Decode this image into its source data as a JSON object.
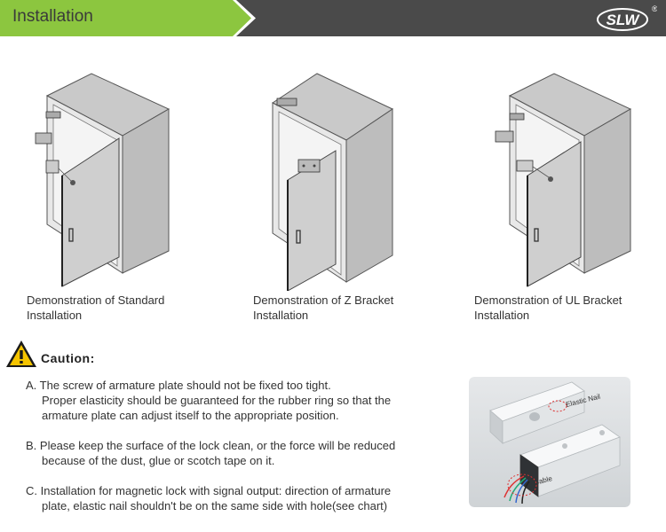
{
  "header": {
    "title": "Installation",
    "logo_text": "SLW",
    "registered_mark": "®",
    "colors": {
      "bar": "#4a4a4a",
      "green": "#8cc63f"
    }
  },
  "figures": [
    {
      "caption_line1": "Demonstration of Standard",
      "caption_line2": "Installation"
    },
    {
      "caption_line1": "Demonstration of Z Bracket",
      "caption_line2": "Installation"
    },
    {
      "caption_line1": "Demonstration of UL Bracket",
      "caption_line2": "Installation"
    }
  ],
  "caution": {
    "title": "Caution:",
    "icon": "warning-icon",
    "notes": [
      {
        "line1": "A. The screw of armature plate should not be fixed too tight.",
        "line2": "Proper elasticity should be guaranteed for the rubber ring so that the",
        "line3": "armature plate can adjust itself to the appropriate position."
      },
      {
        "line1": "B. Please keep the surface of the lock clean, or the force will be reduced",
        "line2": "because of the dust, glue or scotch tape on it."
      },
      {
        "line1": "C. Installation for magnetic lock with signal output: direction of armature",
        "line2": "plate, elastic nail shouldn't be on the same side with hole(see chart)"
      }
    ]
  },
  "photo": {
    "label_elastic_nail": "Elastic Nail",
    "label_cable": "Cable"
  }
}
